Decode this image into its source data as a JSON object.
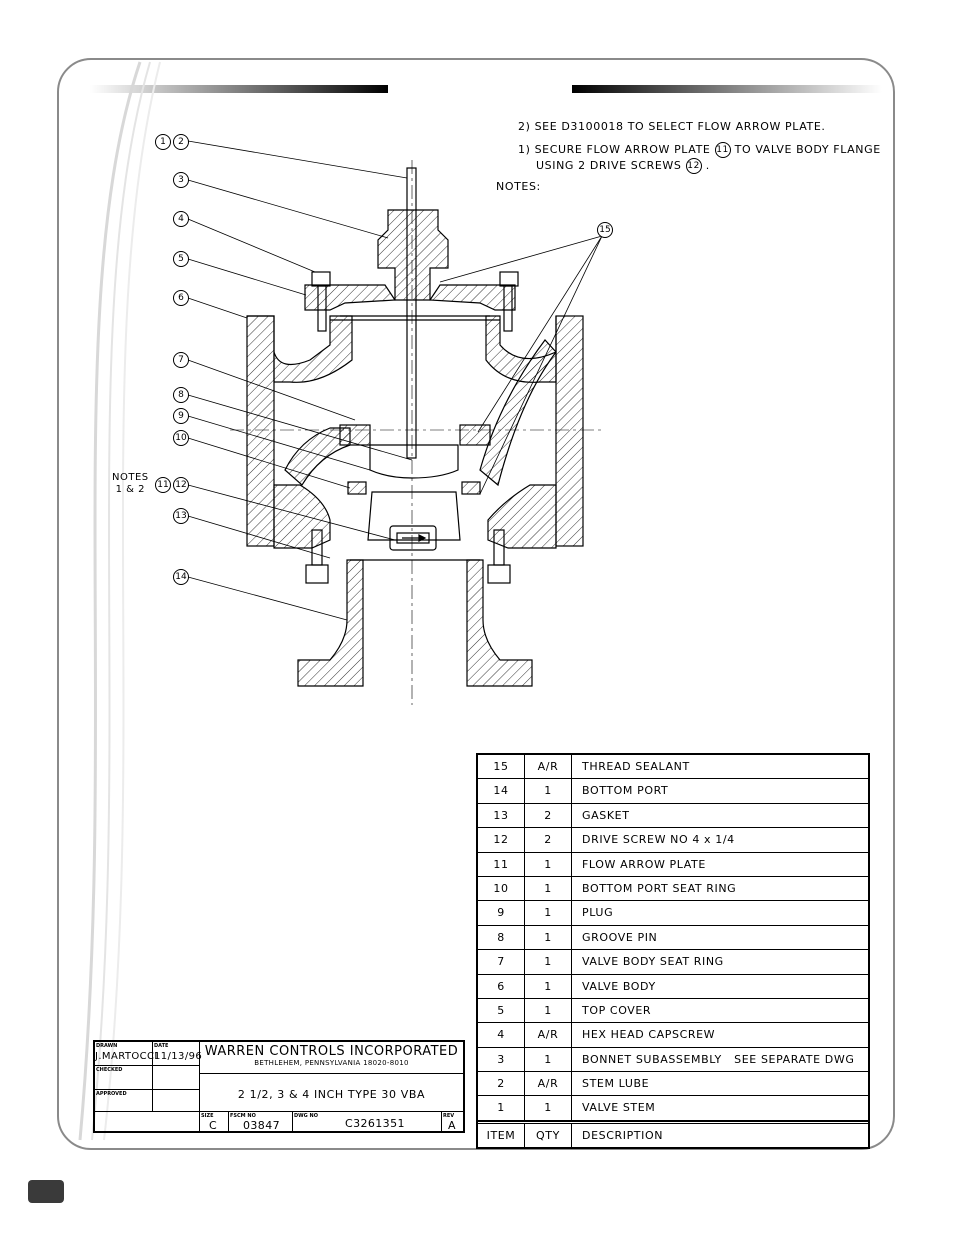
{
  "notes": {
    "title": "NOTES:",
    "note1_a": "1) SECURE FLOW ARROW PLATE",
    "note1_ref": "11",
    "note1_b": "TO VALVE BODY FLANGE",
    "note1_c": "USING 2 DRIVE SCREWS",
    "note1_ref2": "12",
    "note1_d": ".",
    "note2": "2) SEE D3100018 TO SELECT FLOW ARROW PLATE.",
    "side_label_1": "NOTES",
    "side_label_2": "1 & 2"
  },
  "callouts": [
    "1",
    "2",
    "3",
    "4",
    "5",
    "6",
    "7",
    "8",
    "9",
    "10",
    "11",
    "12",
    "13",
    "14",
    "15"
  ],
  "parts_list": {
    "header": {
      "item": "ITEM",
      "qty": "QTY",
      "desc": "DESCRIPTION"
    },
    "rows": [
      {
        "item": "15",
        "qty": "A/R",
        "desc": "THREAD SEALANT"
      },
      {
        "item": "14",
        "qty": "1",
        "desc": "BOTTOM PORT"
      },
      {
        "item": "13",
        "qty": "2",
        "desc": "GASKET"
      },
      {
        "item": "12",
        "qty": "2",
        "desc": "DRIVE SCREW NO 4 x 1/4"
      },
      {
        "item": "11",
        "qty": "1",
        "desc": "FLOW ARROW PLATE"
      },
      {
        "item": "10",
        "qty": "1",
        "desc": "BOTTOM PORT SEAT RING"
      },
      {
        "item": "9",
        "qty": "1",
        "desc": "PLUG"
      },
      {
        "item": "8",
        "qty": "1",
        "desc": "GROOVE PIN"
      },
      {
        "item": "7",
        "qty": "1",
        "desc": "VALVE BODY SEAT RING"
      },
      {
        "item": "6",
        "qty": "1",
        "desc": "VALVE BODY"
      },
      {
        "item": "5",
        "qty": "1",
        "desc": "TOP COVER"
      },
      {
        "item": "4",
        "qty": "A/R",
        "desc": "HEX HEAD CAPSCREW"
      },
      {
        "item": "3",
        "qty": "1",
        "desc": "BONNET SUBASSEMBLY   SEE SEPARATE DWG"
      },
      {
        "item": "2",
        "qty": "A/R",
        "desc": "STEM LUBE"
      },
      {
        "item": "1",
        "qty": "1",
        "desc": "VALVE STEM"
      }
    ]
  },
  "title_block": {
    "drawn_label": "DRAWN",
    "drawn_by": "J.MARTOCCI",
    "date_label": "DATE",
    "date": "11/13/96",
    "checked_label": "CHECKED",
    "approved_label": "APPROVED",
    "company": "WARREN CONTROLS INCORPORATED",
    "address": "BETHLEHEM, PENNSYLVANIA  18020-8010",
    "title": "2 1/2, 3 & 4 INCH TYPE 30 VBA",
    "size_label": "SIZE",
    "size": "C",
    "fscm_label": "FSCM NO",
    "fscm": "03847",
    "dwg_label": "DWG NO",
    "dwg_no": "C3261351",
    "rev_label": "REV",
    "rev": "A"
  },
  "colors": {
    "frame": "#8a8a8a",
    "ink": "#000000",
    "tab": "#3a3a3a"
  }
}
